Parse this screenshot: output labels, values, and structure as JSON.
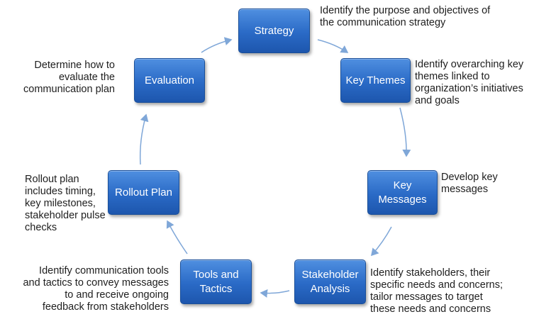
{
  "nodes": {
    "strategy": {
      "label": "Strategy",
      "note": "Identify the purpose and objectives of\nthe communication strategy"
    },
    "key_themes": {
      "label": "Key Themes",
      "note": "Identify overarching key\nthemes linked to\norganization’s initiatives\nand goals"
    },
    "key_messages": {
      "label": "Key\nMessages",
      "note": "Develop key\nmessages"
    },
    "stakeholder_analysis": {
      "label": "Stakeholder\nAnalysis",
      "note": "Identify stakeholders, their\nspecific needs and concerns;\ntailor messages to target\nthese needs and concerns"
    },
    "tools_tactics": {
      "label": "Tools and\nTactics",
      "note": "Identify communication tools\nand tactics  to convey messages\nto and receive ongoing\nfeedback from stakeholders"
    },
    "rollout_plan": {
      "label": "Rollout Plan",
      "note": "Rollout plan\nincludes timing,\nkey milestones,\nstakeholder pulse\nchecks"
    },
    "evaluation": {
      "label": "Evaluation",
      "note": "Determine how to\nevaluate the\ncommunication plan"
    }
  },
  "colors": {
    "box_fill": "#2a6ac6",
    "box_border": "#1a4f99",
    "arrow": "#7fa7d8",
    "note_text": "#1e1e1e"
  }
}
